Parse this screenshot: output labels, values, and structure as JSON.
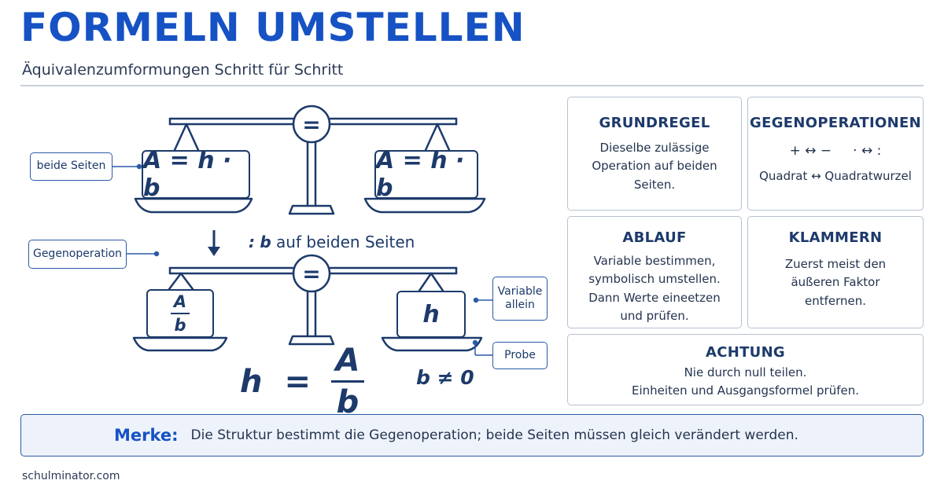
{
  "header": {
    "title": "FORMELN UMSTELLEN",
    "subtitle": "Äquivalenzumformungen Schritt für Schritt"
  },
  "diagram": {
    "equals_symbol": "=",
    "top_left_formula": "A = h · b",
    "top_right_formula": "A = h · b",
    "operation_prefix": ":",
    "operation_var": "b",
    "operation_suffix": "auf beiden Seiten",
    "bottom_left_num": "A",
    "bottom_left_den": "b",
    "bottom_right_var": "h",
    "result_var": "h",
    "result_eq": "=",
    "result_num": "A",
    "result_den": "b",
    "condition": "b ≠ 0",
    "callouts": {
      "both_sides": "beide Seiten",
      "inverse_op": "Gegenoperation",
      "variable_alone": "Variable allein",
      "check": "Probe"
    }
  },
  "cards": {
    "grundregel": {
      "title": "GRUNDREGEL",
      "text": "Dieselbe zulässige Operation auf beiden Seiten."
    },
    "gegenoperationen": {
      "title": "GEGENOPERATIONEN",
      "line1": "+ ↔ −     · ↔ :",
      "line2": "Quadrat ↔ Quadratwurzel"
    },
    "ablauf": {
      "title": "ABLAUF",
      "text": "Variable bestimmen, symbolisch umstellen. Dann Werte eineetzen und prüfen."
    },
    "klammern": {
      "title": "KLAMMERN",
      "text": "Zuerst meist den äußeren Faktor entfernen."
    },
    "achtung": {
      "title": "ACHTUNG",
      "line1": "Nie durch null teilen.",
      "line2": "Einheiten und Ausgangsformel prüfen."
    }
  },
  "merke": {
    "label": "Merke:",
    "text": "Die Struktur bestimmt die Gegenoperation; beide Seiten müssen gleich verändert werden."
  },
  "footer": {
    "site": "schulminator.com"
  },
  "colors": {
    "accent": "#1652c4",
    "ink": "#1d3a6b",
    "border": "#b8c2d1",
    "merke_bg": "#eef3fb"
  }
}
